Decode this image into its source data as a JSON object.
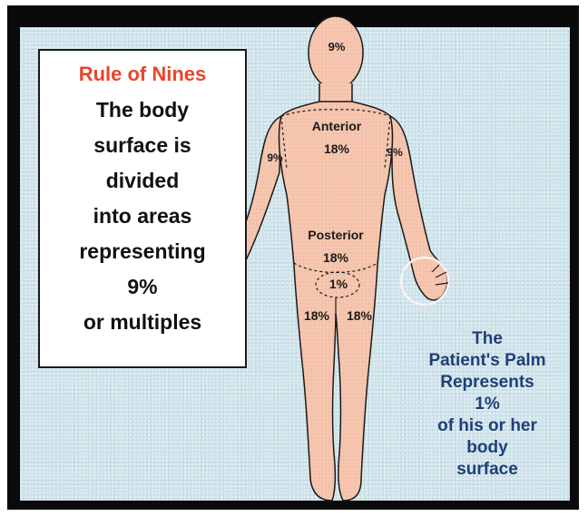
{
  "rule_box": {
    "title": "Rule of Nines",
    "lines": [
      "The body",
      "surface is",
      "divided",
      "into areas",
      "representing",
      "9%",
      "or multiples"
    ]
  },
  "body_labels": {
    "head": "9%",
    "anterior": "Anterior",
    "anterior_value": "18%",
    "posterior": "Posterior",
    "posterior_value": "18%",
    "right_arm": "9%",
    "left_arm": "9%",
    "groin": "1%",
    "right_leg": "18%",
    "left_leg": "18%"
  },
  "palm_note": {
    "lines": [
      "The",
      "Patient's Palm",
      "Represents",
      "1%",
      "of his or her",
      "body",
      "surface"
    ]
  },
  "colors": {
    "frame": "#0a0a0a",
    "background": "#cfe3ea",
    "skin": "#f6c4ad",
    "title_red": "#e8452e",
    "note_blue": "#1f3f78"
  }
}
